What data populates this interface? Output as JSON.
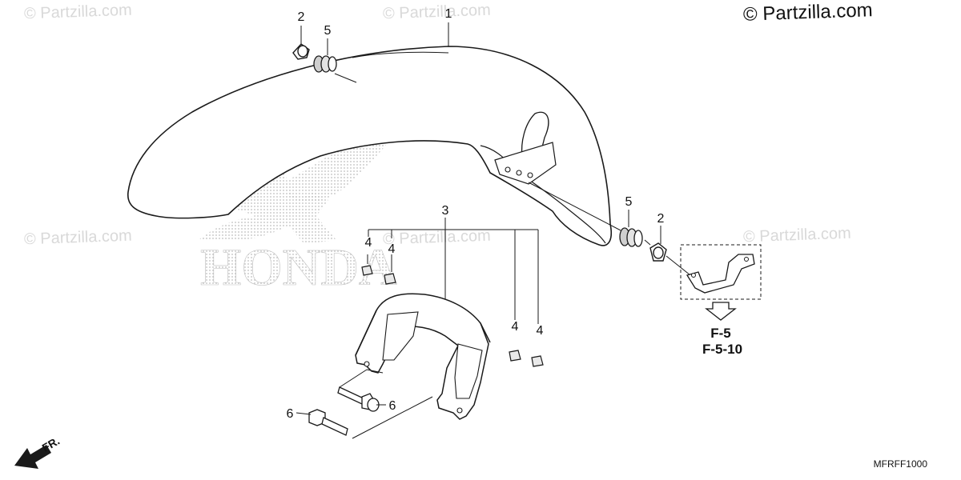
{
  "watermarks": {
    "main": "© Partzilla.com",
    "faint": "© Partzilla.com"
  },
  "brand": {
    "text": "HONDA"
  },
  "callouts": {
    "fender": "1",
    "bolt_cap_upper": "2",
    "bolt_cap_lower": "2",
    "bracket": "3",
    "clip_a": "4",
    "clip_b": "4",
    "clip_c": "4",
    "clip_d": "4",
    "grommet_upper": "5",
    "grommet_lower": "5",
    "bolt_upper": "6",
    "bolt_lower": "6"
  },
  "references": {
    "ref_1": "F-5",
    "ref_2": "F-5-10"
  },
  "direction": {
    "label": "FR."
  },
  "diagram_code": "MFRFF1000",
  "colors": {
    "line": "#1a1a1a",
    "watermark": "#d9d9d9",
    "dots": "#bdbdbd"
  }
}
